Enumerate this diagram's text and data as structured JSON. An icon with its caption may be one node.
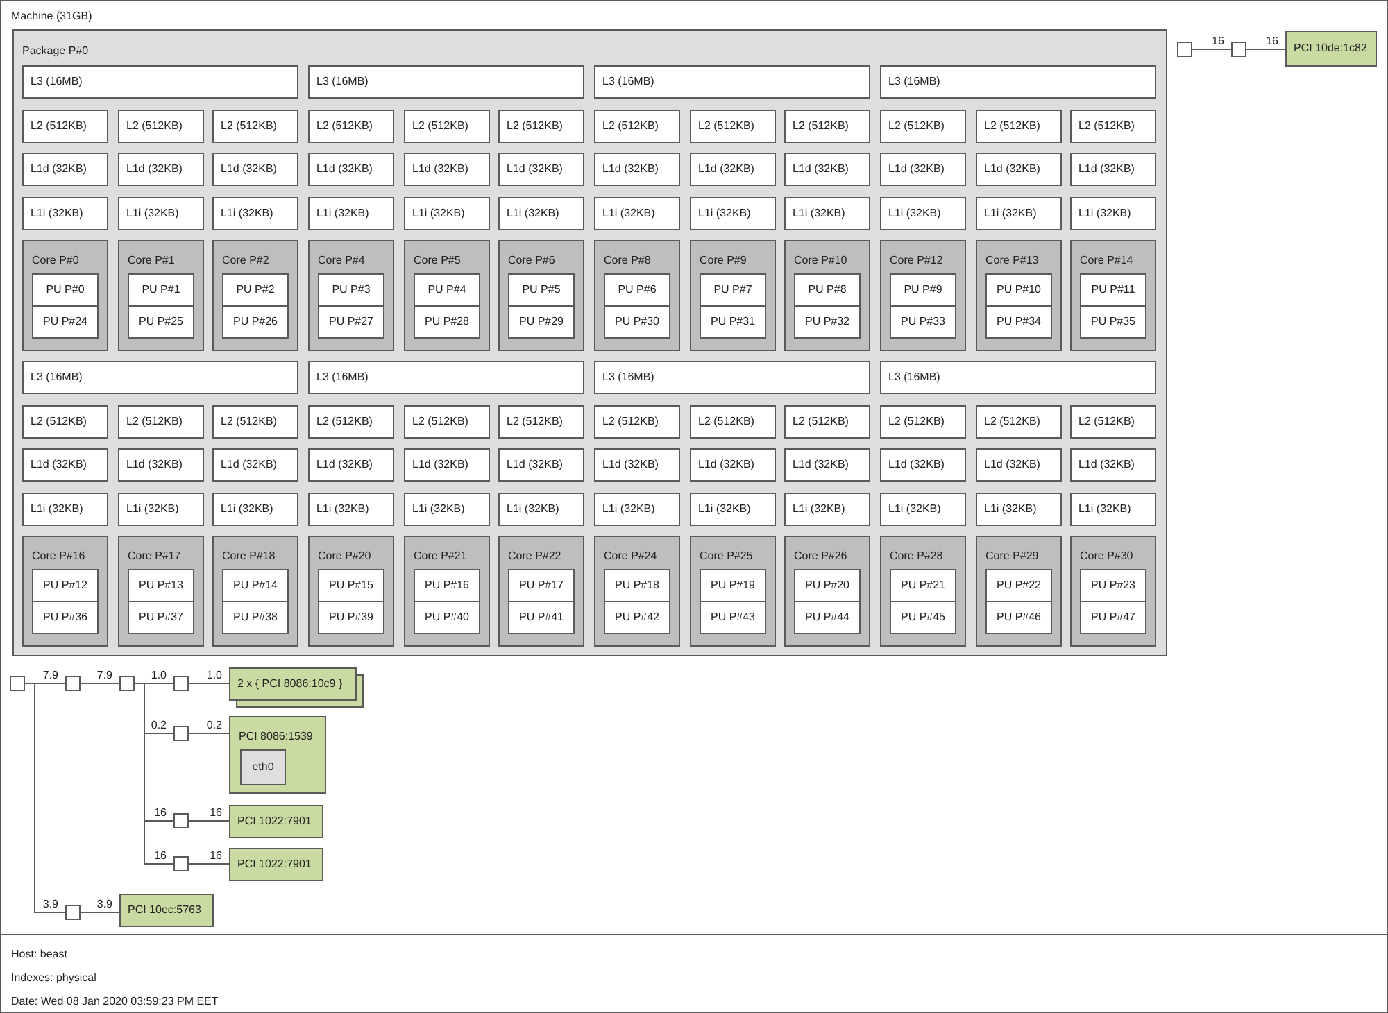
{
  "diagram": {
    "nodes": [
      {
        "text": [
          "Machine (31GB)"
        ]
      },
      {
        "text": [
          "Package P#0"
        ],
        "in": 0
      },
      {
        "text": [
          "L3 (16MB)"
        ],
        "in": 1
      },
      {
        "text": [
          "L3 (16MB)"
        ],
        "in": 1
      },
      {
        "text": [
          "L3 (16MB)"
        ],
        "in": 1
      },
      {
        "text": [
          "L3 (16MB)"
        ],
        "in": 1
      },
      {
        "text": [
          "L2 (512KB)"
        ],
        "in": 1
      },
      {
        "text": [
          "L2 (512KB)"
        ],
        "in": 1
      },
      {
        "text": [
          "L2 (512KB)"
        ],
        "in": 1
      },
      {
        "text": [
          "L2 (512KB)"
        ],
        "in": 1
      },
      {
        "text": [
          "L2 (512KB)"
        ],
        "in": 1
      },
      {
        "text": [
          "L2 (512KB)"
        ],
        "in": 1
      },
      {
        "text": [
          "L2 (512KB)"
        ],
        "in": 1
      },
      {
        "text": [
          "L2 (512KB)"
        ],
        "in": 1
      },
      {
        "text": [
          "L2 (512KB)"
        ],
        "in": 1
      },
      {
        "text": [
          "L2 (512KB)"
        ],
        "in": 1
      },
      {
        "text": [
          "L2 (512KB)"
        ],
        "in": 1
      },
      {
        "text": [
          "L2 (512KB)"
        ],
        "in": 1
      },
      {
        "text": [
          "L1d (32KB)"
        ],
        "in": 1
      },
      {
        "text": [
          "L1d (32KB)"
        ],
        "in": 1
      },
      {
        "text": [
          "L1d (32KB)"
        ],
        "in": 1
      },
      {
        "text": [
          "L1d (32KB)"
        ],
        "in": 1
      },
      {
        "text": [
          "L1d (32KB)"
        ],
        "in": 1
      },
      {
        "text": [
          "L1d (32KB)"
        ],
        "in": 1
      },
      {
        "text": [
          "L1d (32KB)"
        ],
        "in": 1
      },
      {
        "text": [
          "L1d (32KB)"
        ],
        "in": 1
      },
      {
        "text": [
          "L1d (32KB)"
        ],
        "in": 1
      },
      {
        "text": [
          "L1d (32KB)"
        ],
        "in": 1
      },
      {
        "text": [
          "L1d (32KB)"
        ],
        "in": 1
      },
      {
        "text": [
          "L1d (32KB)"
        ],
        "in": 1
      },
      {
        "text": [
          "L1i (32KB)"
        ],
        "in": 1
      },
      {
        "text": [
          "L1i (32KB)"
        ],
        "in": 1
      },
      {
        "text": [
          "L1i (32KB)"
        ],
        "in": 1
      },
      {
        "text": [
          "L1i (32KB)"
        ],
        "in": 1
      },
      {
        "text": [
          "L1i (32KB)"
        ],
        "in": 1
      },
      {
        "text": [
          "L1i (32KB)"
        ],
        "in": 1
      },
      {
        "text": [
          "L1i (32KB)"
        ],
        "in": 1
      },
      {
        "text": [
          "L1i (32KB)"
        ],
        "in": 1
      },
      {
        "text": [
          "L1i (32KB)"
        ],
        "in": 1
      },
      {
        "text": [
          "L1i (32KB)"
        ],
        "in": 1
      },
      {
        "text": [
          "L1i (32KB)"
        ],
        "in": 1
      },
      {
        "text": [
          "L1i (32KB)"
        ],
        "in": 1
      },
      {
        "text": [
          "Core P#0"
        ],
        "in": 1
      },
      {
        "text": [
          "PU P#0"
        ],
        "in": 42
      },
      {
        "text": [
          "PU P#24"
        ],
        "in": 42
      },
      {
        "text": [
          "Core P#1"
        ],
        "in": 1
      },
      {
        "text": [
          "PU P#1"
        ],
        "in": 45
      },
      {
        "text": [
          "PU P#25"
        ],
        "in": 45
      },
      {
        "text": [
          "Core P#2"
        ],
        "in": 1
      },
      {
        "text": [
          "PU P#2"
        ],
        "in": 48
      },
      {
        "text": [
          "PU P#26"
        ],
        "in": 48
      },
      {
        "text": [
          "Core P#4"
        ],
        "in": 1
      },
      {
        "text": [
          "PU P#3"
        ],
        "in": 51
      },
      {
        "text": [
          "PU P#27"
        ],
        "in": 51
      },
      {
        "text": [
          "Core P#5"
        ],
        "in": 1
      },
      {
        "text": [
          "PU P#4"
        ],
        "in": 54
      },
      {
        "text": [
          "PU P#28"
        ],
        "in": 54
      },
      {
        "text": [
          "Core P#6"
        ],
        "in": 1
      },
      {
        "text": [
          "PU P#5"
        ],
        "in": 57
      },
      {
        "text": [
          "PU P#29"
        ],
        "in": 57
      },
      {
        "text": [
          "Core P#8"
        ],
        "in": 1
      },
      {
        "text": [
          "PU P#6"
        ],
        "in": 60
      },
      {
        "text": [
          "PU P#30"
        ],
        "in": 60
      },
      {
        "text": [
          "Core P#9"
        ],
        "in": 1
      },
      {
        "text": [
          "PU P#7"
        ],
        "in": 63
      },
      {
        "text": [
          "PU P#31"
        ],
        "in": 63
      },
      {
        "text": [
          "Core P#10"
        ],
        "in": 1
      },
      {
        "text": [
          "PU P#8"
        ],
        "in": 66
      },
      {
        "text": [
          "PU P#32"
        ],
        "in": 66
      },
      {
        "text": [
          "Core P#12"
        ],
        "in": 1
      },
      {
        "text": [
          "PU P#9"
        ],
        "in": 69
      },
      {
        "text": [
          "PU P#33"
        ],
        "in": 69
      },
      {
        "text": [
          "Core P#13"
        ],
        "in": 1
      },
      {
        "text": [
          "PU P#10"
        ],
        "in": 72
      },
      {
        "text": [
          "PU P#34"
        ],
        "in": 72
      },
      {
        "text": [
          "Core P#14"
        ],
        "in": 1
      },
      {
        "text": [
          "PU P#11"
        ],
        "in": 75
      },
      {
        "text": [
          "PU P#35"
        ],
        "in": 75
      },
      {
        "text": [
          "L3 (16MB)"
        ],
        "in": 1
      },
      {
        "text": [
          "L3 (16MB)"
        ],
        "in": 1
      },
      {
        "text": [
          "L3 (16MB)"
        ],
        "in": 1
      },
      {
        "text": [
          "L3 (16MB)"
        ],
        "in": 1
      },
      {
        "text": [
          "L2 (512KB)"
        ],
        "in": 1
      },
      {
        "text": [
          "L2 (512KB)"
        ],
        "in": 1
      },
      {
        "text": [
          "L2 (512KB)"
        ],
        "in": 1
      },
      {
        "text": [
          "L2 (512KB)"
        ],
        "in": 1
      },
      {
        "text": [
          "L2 (512KB)"
        ],
        "in": 1
      },
      {
        "text": [
          "L2 (512KB)"
        ],
        "in": 1
      },
      {
        "text": [
          "L2 (512KB)"
        ],
        "in": 1
      },
      {
        "text": [
          "L2 (512KB)"
        ],
        "in": 1
      },
      {
        "text": [
          "L2 (512KB)"
        ],
        "in": 1
      },
      {
        "text": [
          "L2 (512KB)"
        ],
        "in": 1
      },
      {
        "text": [
          "L2 (512KB)"
        ],
        "in": 1
      },
      {
        "text": [
          "L2 (512KB)"
        ],
        "in": 1
      },
      {
        "text": [
          "L1d (32KB)"
        ],
        "in": 1
      },
      {
        "text": [
          "L1d (32KB)"
        ],
        "in": 1
      },
      {
        "text": [
          "L1d (32KB)"
        ],
        "in": 1
      },
      {
        "text": [
          "L1d (32KB)"
        ],
        "in": 1
      },
      {
        "text": [
          "L1d (32KB)"
        ],
        "in": 1
      },
      {
        "text": [
          "L1d (32KB)"
        ],
        "in": 1
      },
      {
        "text": [
          "L1d (32KB)"
        ],
        "in": 1
      },
      {
        "text": [
          "L1d (32KB)"
        ],
        "in": 1
      },
      {
        "text": [
          "L1d (32KB)"
        ],
        "in": 1
      },
      {
        "text": [
          "L1d (32KB)"
        ],
        "in": 1
      },
      {
        "text": [
          "L1d (32KB)"
        ],
        "in": 1
      },
      {
        "text": [
          "L1d (32KB)"
        ],
        "in": 1
      },
      {
        "text": [
          "L1i (32KB)"
        ],
        "in": 1
      },
      {
        "text": [
          "L1i (32KB)"
        ],
        "in": 1
      },
      {
        "text": [
          "L1i (32KB)"
        ],
        "in": 1
      },
      {
        "text": [
          "L1i (32KB)"
        ],
        "in": 1
      },
      {
        "text": [
          "L1i (32KB)"
        ],
        "in": 1
      },
      {
        "text": [
          "L1i (32KB)"
        ],
        "in": 1
      },
      {
        "text": [
          "L1i (32KB)"
        ],
        "in": 1
      },
      {
        "text": [
          "L1i (32KB)"
        ],
        "in": 1
      },
      {
        "text": [
          "L1i (32KB)"
        ],
        "in": 1
      },
      {
        "text": [
          "L1i (32KB)"
        ],
        "in": 1
      },
      {
        "text": [
          "L1i (32KB)"
        ],
        "in": 1
      },
      {
        "text": [
          "L1i (32KB)"
        ],
        "in": 1
      },
      {
        "text": [
          "Core P#16"
        ],
        "in": 1
      },
      {
        "text": [
          "PU P#12"
        ],
        "in": 118
      },
      {
        "text": [
          "PU P#36"
        ],
        "in": 118
      },
      {
        "text": [
          "Core P#17"
        ],
        "in": 1
      },
      {
        "text": [
          "PU P#13"
        ],
        "in": 121
      },
      {
        "text": [
          "PU P#37"
        ],
        "in": 121
      },
      {
        "text": [
          "Core P#18"
        ],
        "in": 1
      },
      {
        "text": [
          "PU P#14"
        ],
        "in": 124
      },
      {
        "text": [
          "PU P#38"
        ],
        "in": 124
      },
      {
        "text": [
          "Core P#20"
        ],
        "in": 1
      },
      {
        "text": [
          "PU P#15"
        ],
        "in": 127
      },
      {
        "text": [
          "PU P#39"
        ],
        "in": 127
      },
      {
        "text": [
          "Core P#21"
        ],
        "in": 1
      },
      {
        "text": [
          "PU P#16"
        ],
        "in": 130
      },
      {
        "text": [
          "PU P#40"
        ],
        "in": 130
      },
      {
        "text": [
          "Core P#22"
        ],
        "in": 1
      },
      {
        "text": [
          "PU P#17"
        ],
        "in": 133
      },
      {
        "text": [
          "PU P#41"
        ],
        "in": 133
      },
      {
        "text": [
          "Core P#24"
        ],
        "in": 1
      },
      {
        "text": [
          "PU P#18"
        ],
        "in": 136
      },
      {
        "text": [
          "PU P#42"
        ],
        "in": 136
      },
      {
        "text": [
          "Core P#25"
        ],
        "in": 1
      },
      {
        "text": [
          "PU P#19"
        ],
        "in": 139
      },
      {
        "text": [
          "PU P#43"
        ],
        "in": 139
      },
      {
        "text": [
          "Core P#26"
        ],
        "in": 1
      },
      {
        "text": [
          "PU P#20"
        ],
        "in": 142
      },
      {
        "text": [
          "PU P#44"
        ],
        "in": 142
      },
      {
        "text": [
          "Core P#28"
        ],
        "in": 1
      },
      {
        "text": [
          "PU P#21"
        ],
        "in": 145
      },
      {
        "text": [
          "PU P#45"
        ],
        "in": 145
      },
      {
        "text": [
          "Core P#29"
        ],
        "in": 1
      },
      {
        "text": [
          "PU P#22"
        ],
        "in": 148
      },
      {
        "text": [
          "PU P#46"
        ],
        "in": 148
      },
      {
        "text": [
          "Core P#30"
        ],
        "in": 1
      },
      {
        "text": [
          "PU P#23"
        ],
        "in": 151
      },
      {
        "text": [
          "PU P#47"
        ],
        "in": 151
      },
      {
        "text": [],
        "shape": "box",
        "in": 0
      },
      {
        "text": [],
        "shape": "box",
        "in": 0
      },
      {
        "text": [],
        "shape": "box",
        "in": 0
      },
      {
        "text": [],
        "shape": "box",
        "in": 0
      },
      {
        "text": [
          "2 x { PCI 8086:10c9 }"
        ],
        "in": 0
      },
      {
        "text": [],
        "shape": "box",
        "in": 0
      },
      {
        "text": [
          "PCI 8086:1539"
        ],
        "in": 0
      },
      {
        "text": [
          "eth0"
        ],
        "in": 160
      },
      {
        "text": [],
        "shape": "box",
        "in": 0
      },
      {
        "text": [
          "PCI 1022:7901"
        ],
        "in": 0
      },
      {
        "text": [],
        "shape": "box",
        "in": 0
      },
      {
        "text": [
          "PCI 1022:7901"
        ],
        "in": 0
      },
      {
        "text": [],
        "shape": "box",
        "in": 0
      },
      {
        "text": [
          "PCI 10ec:5763"
        ],
        "in": 0
      },
      {
        "text": [],
        "shape": "box",
        "in": 0
      },
      {
        "text": [],
        "shape": "box",
        "in": 0
      },
      {
        "text": [
          "PCI 10de:1c82"
        ],
        "in": 0
      }
    ],
    "edges": [
      {
        "from": 154,
        "to": 155,
        "arrow": "none",
        "label": "7.9"
      },
      {
        "from": 155,
        "to": 156,
        "arrow": "none",
        "label": "7.9"
      },
      {
        "from": 156,
        "to": 157,
        "arrow": "none",
        "label": "1.0"
      },
      {
        "from": 157,
        "to": 158,
        "arrow": "none",
        "label": "1.0"
      },
      {
        "from": 156,
        "to": 159,
        "arrow": "none",
        "label": "0.2"
      },
      {
        "from": 159,
        "to": 160,
        "arrow": "none",
        "label": "0.2"
      },
      {
        "from": 156,
        "to": 162,
        "arrow": "none",
        "label": "16"
      },
      {
        "from": 162,
        "to": 163,
        "arrow": "none",
        "label": "16"
      },
      {
        "from": 156,
        "to": 164,
        "arrow": "none",
        "label": "16"
      },
      {
        "from": 164,
        "to": 165,
        "arrow": "none",
        "label": "16"
      },
      {
        "from": 154,
        "to": 166,
        "arrow": "none",
        "label": "3.9"
      },
      {
        "from": 166,
        "to": 167,
        "arrow": "none",
        "label": "3.9"
      },
      {
        "from": 168,
        "to": 169,
        "arrow": "none",
        "label": "16"
      },
      {
        "from": 169,
        "to": 170,
        "arrow": "none",
        "label": "16"
      }
    ],
    "labels": [
      "Host: beast",
      "Indexes: physical",
      "Date: Wed 08 Jan 2020 03:59:23 PM EET"
    ]
  }
}
